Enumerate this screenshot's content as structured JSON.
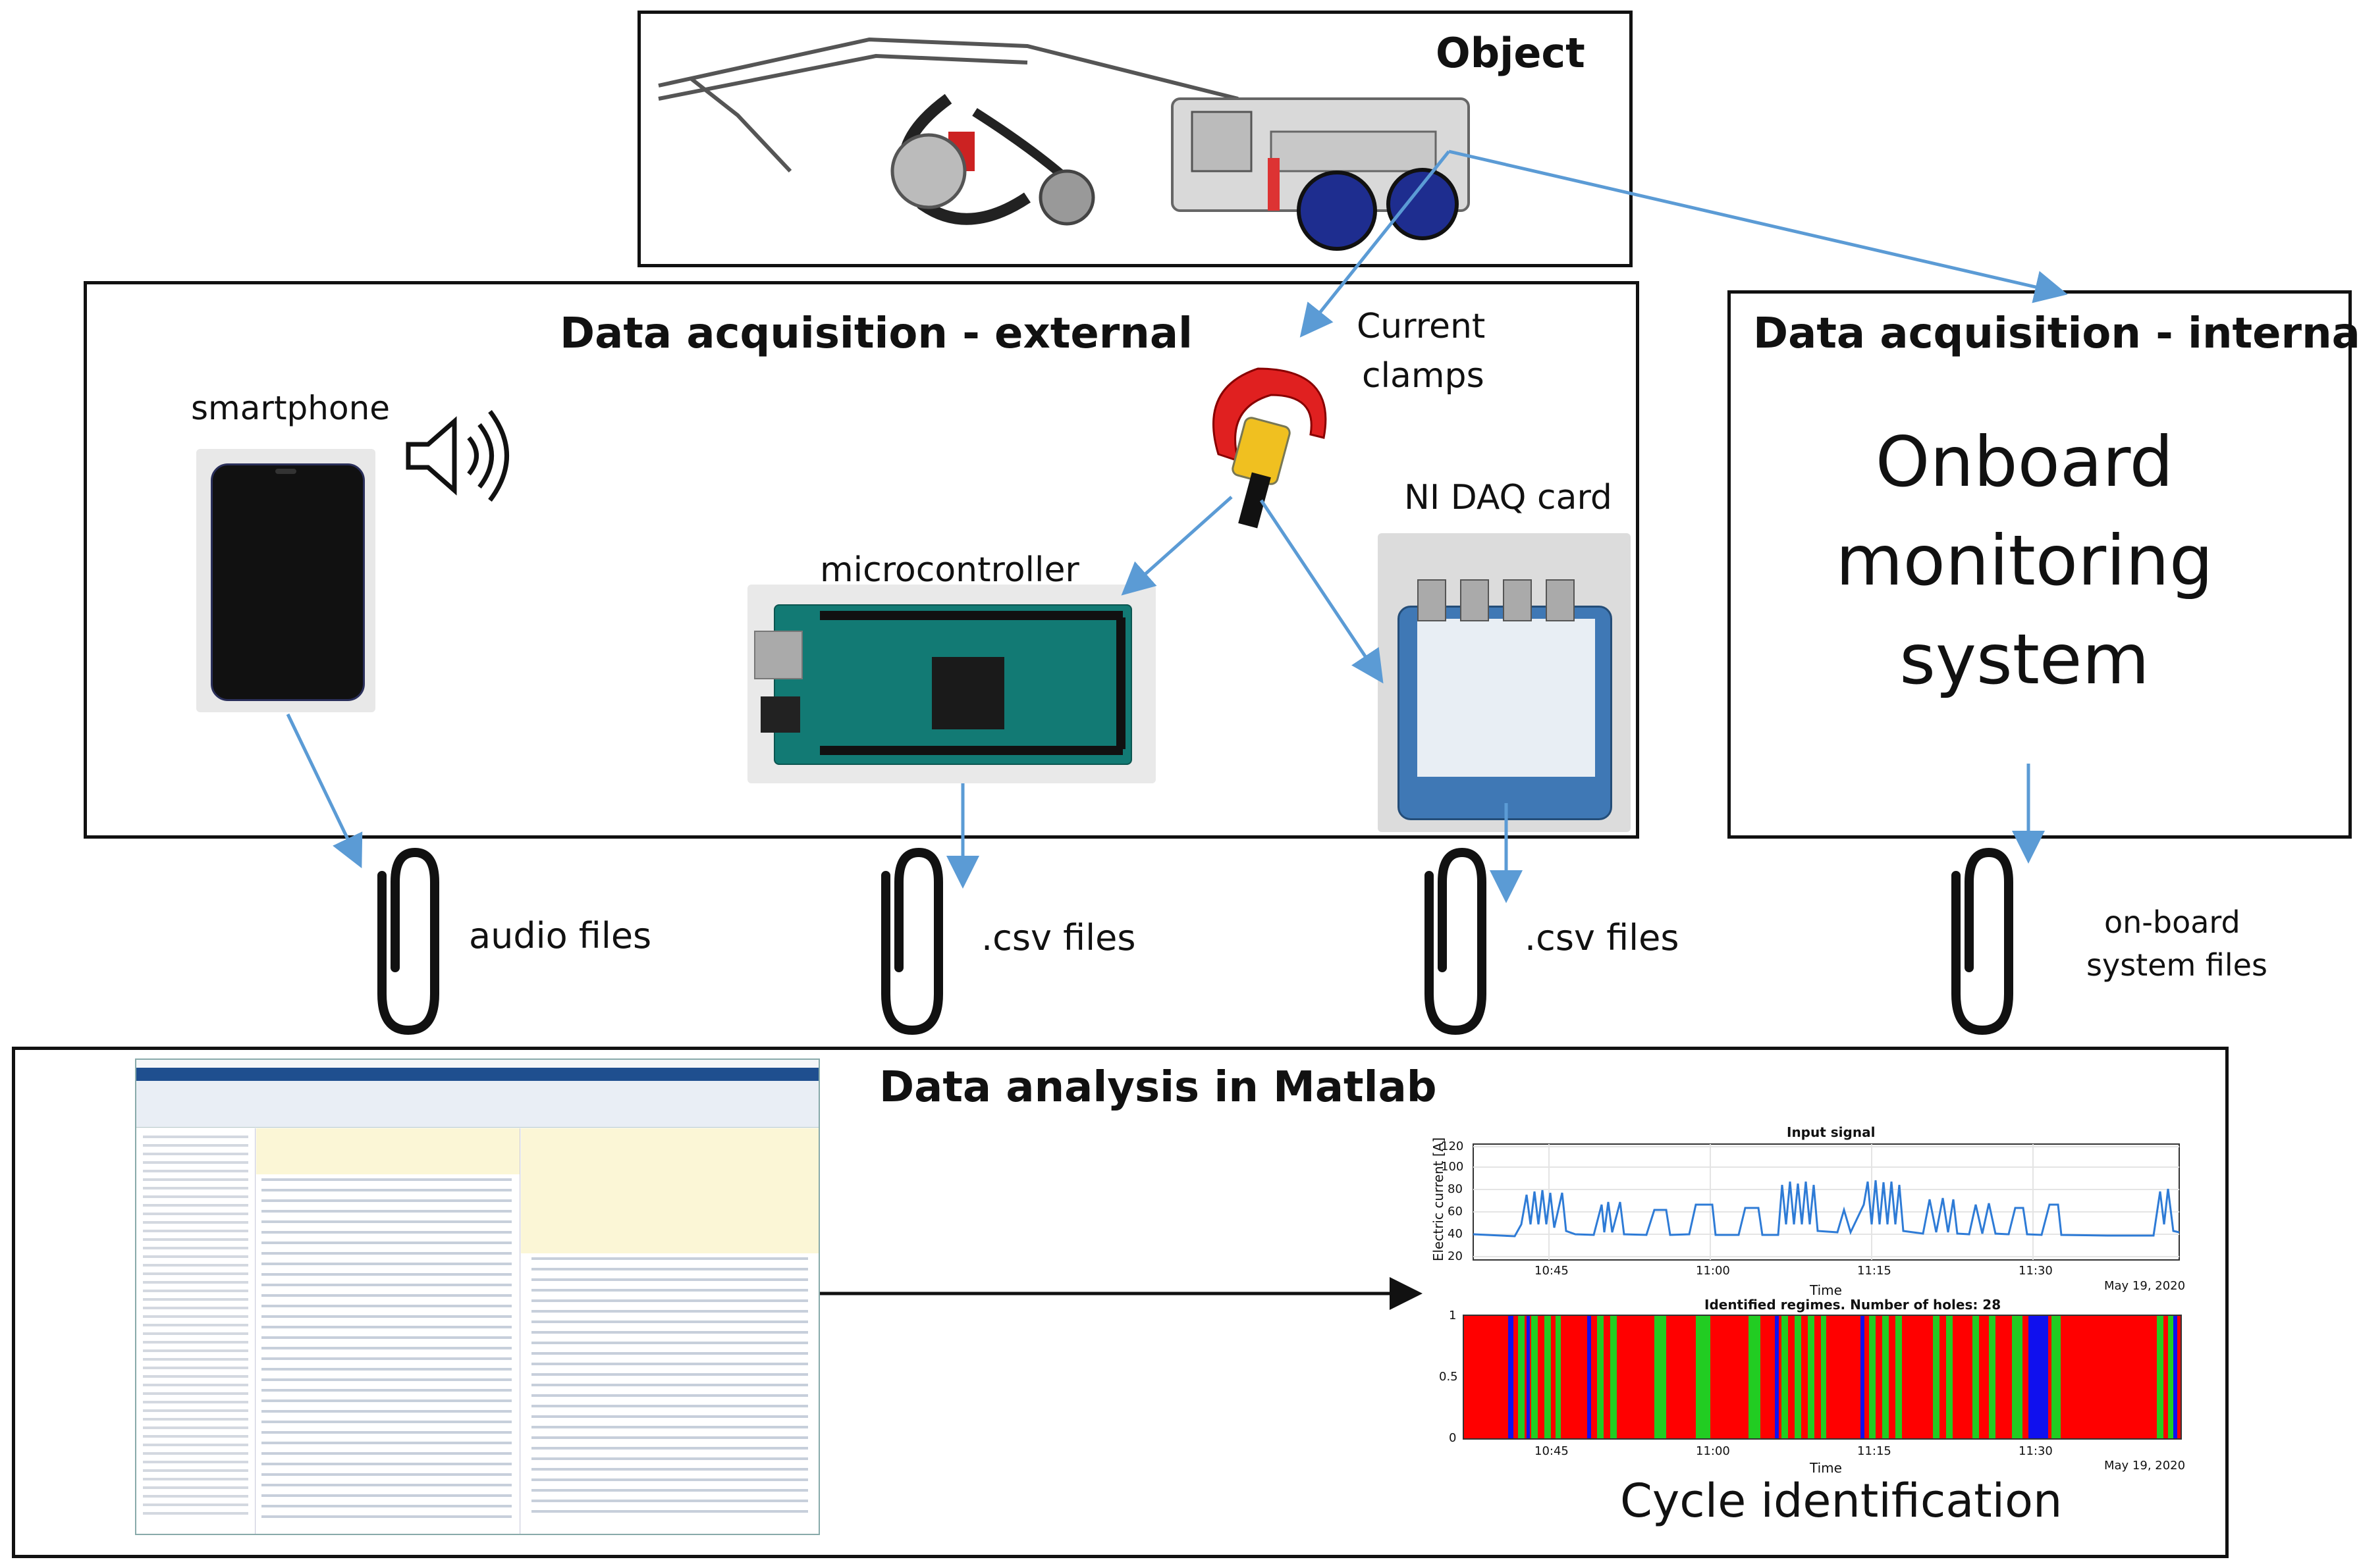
{
  "object_box": {
    "title": "Object"
  },
  "external_box": {
    "title": "Data acquisition - external"
  },
  "internal_box": {
    "title": "Data acquisition - internal",
    "system_line1": "Onboard",
    "system_line2": "monitoring",
    "system_line3": "system"
  },
  "devices": {
    "smartphone": "smartphone",
    "current_clamps_line1": "Current",
    "current_clamps_line2": "clamps",
    "ni_daq": "NI DAQ card",
    "microcontroller": "microcontroller"
  },
  "files": {
    "audio": "audio files",
    "csv1": ".csv files",
    "csv2": ".csv files",
    "onboard_line1": "on-board",
    "onboard_line2": "system files"
  },
  "analysis_box": {
    "title": "Data analysis in Matlab",
    "caption": "Cycle identification"
  },
  "plots": {
    "input": {
      "title": "Input signal",
      "ylabel": "Electric current [A]",
      "yticks": [
        "120",
        "100",
        "80",
        "60",
        "40",
        "20"
      ],
      "xticks": [
        "10:45",
        "11:00",
        "11:15",
        "11:30"
      ],
      "xlabel": "Time",
      "date": "May 19, 2020"
    },
    "regimes": {
      "title": "Identified regimes. Number of holes: 28",
      "yticks": [
        "1",
        "0.5",
        "0"
      ],
      "xticks": [
        "10:45",
        "11:00",
        "11:15",
        "11:30"
      ],
      "xlabel": "Time",
      "date": "May 19, 2020"
    }
  },
  "colors": {
    "arrow": "#5b9bd5",
    "border": "#111111",
    "regime_red": "#ff0000",
    "regime_green": "#22cc22",
    "regime_blue": "#1010ee",
    "signal": "#2e7bd6"
  }
}
